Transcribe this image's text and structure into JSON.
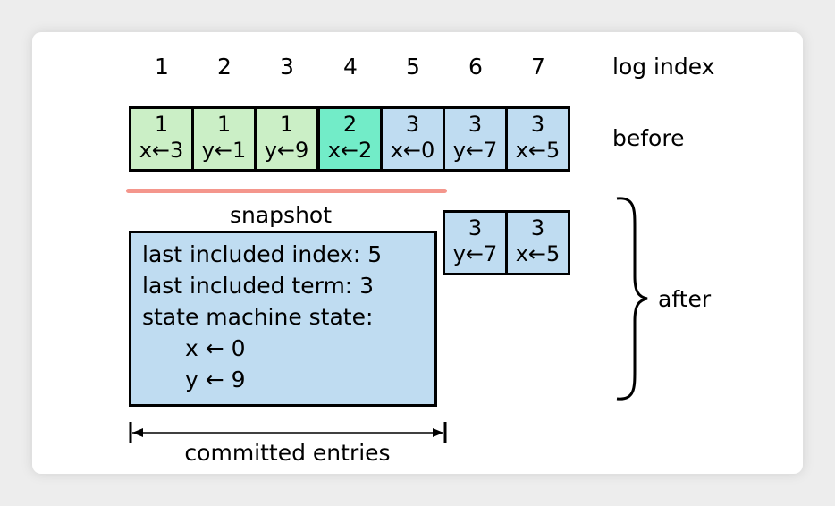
{
  "header": {
    "indices": [
      "1",
      "2",
      "3",
      "4",
      "5",
      "6",
      "7"
    ],
    "index_label": "log index"
  },
  "rows": {
    "before_label": "before",
    "after_label": "after"
  },
  "before": [
    {
      "term": "1",
      "cmd": "x←3",
      "color": "#cbefc6"
    },
    {
      "term": "1",
      "cmd": "y←1",
      "color": "#cbefc6"
    },
    {
      "term": "1",
      "cmd": "y←9",
      "color": "#cbefc6"
    },
    {
      "term": "2",
      "cmd": "x←2",
      "color": "#72ecc8"
    },
    {
      "term": "3",
      "cmd": "x←0",
      "color": "#bfdcf1"
    },
    {
      "term": "3",
      "cmd": "y←7",
      "color": "#bfdcf1"
    },
    {
      "term": "3",
      "cmd": "x←5",
      "color": "#bfdcf1"
    }
  ],
  "after": [
    {
      "term": "3",
      "cmd": "y←7",
      "color": "#bfdcf1"
    },
    {
      "term": "3",
      "cmd": "x←5",
      "color": "#bfdcf1"
    }
  ],
  "snapshot": {
    "title": "snapshot",
    "lines": [
      "last included index: 5",
      "last included term: 3",
      "state machine state:",
      "x ← 0",
      "y ← 9"
    ],
    "underline_color": "#f4968c"
  },
  "committed_label": "committed entries"
}
